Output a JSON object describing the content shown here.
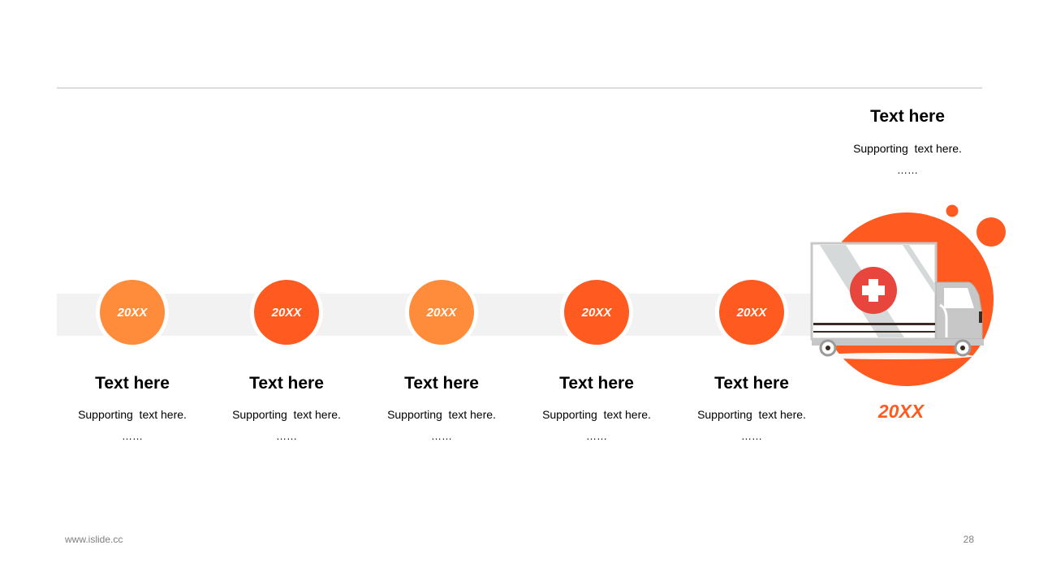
{
  "milestones": [
    {
      "year": "20XX",
      "title": "Text here",
      "subtitle": "Supporting  text here.",
      "ellipsis": "……",
      "color": "#ff8c3a"
    },
    {
      "year": "20XX",
      "title": "Text here",
      "subtitle": "Supporting  text here.",
      "ellipsis": "……",
      "color": "#ff5a1f"
    },
    {
      "year": "20XX",
      "title": "Text here",
      "subtitle": "Supporting  text here.",
      "ellipsis": "……",
      "color": "#ff8c3a"
    },
    {
      "year": "20XX",
      "title": "Text here",
      "subtitle": "Supporting  text here.",
      "ellipsis": "……",
      "color": "#ff5a1f"
    },
    {
      "year": "20XX",
      "title": "Text here",
      "subtitle": "Supporting  text here.",
      "ellipsis": "……",
      "color": "#ff5a1f"
    }
  ],
  "final": {
    "title": "Text here",
    "subtitle": "Supporting  text here.",
    "ellipsis": "……",
    "year": "20XX",
    "icon": "ambulance-icon"
  },
  "footer": {
    "url": "www.islide.cc",
    "page": "28"
  },
  "colors": {
    "accent": "#ff5a1f",
    "accent_light": "#ff8c3a",
    "track": "#f2f2f2",
    "cross": "#e8453c"
  }
}
